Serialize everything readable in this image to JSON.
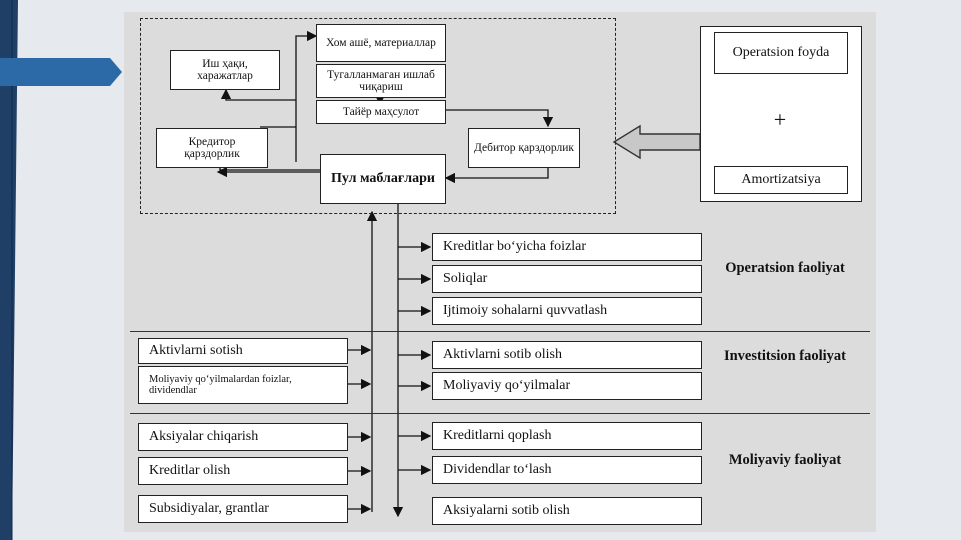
{
  "cycle": {
    "raw": "Хом ашё, материаллар",
    "wip": "Тугалланмаган ишлаб чиқариш",
    "finished": "Тайёр маҳсулот",
    "wages": "Иш ҳақи, харажатлар",
    "creditor": "Кредитор қарздорлик",
    "debtor": "Дебитор қарздорлик",
    "cash": "Пул маблағлари"
  },
  "source": {
    "profit": "Operatsion foyda",
    "plus": "+",
    "amort": "Amortizatsiya"
  },
  "operating": {
    "outflows": [
      "Kreditlar bo‘yicha foizlar",
      "Soliqlar",
      "Ijtimoiy sohalarni quvvatlash"
    ],
    "label": "Operatsion faoliyat"
  },
  "investing": {
    "inflows": [
      "Aktivlarni sotish",
      "Moliyaviy qo‘yilmalardan foizlar, dividendlar"
    ],
    "outflows": [
      "Aktivlarni sotib olish",
      "Moliyaviy qo‘yilmalar"
    ],
    "label": "Investitsion faoliyat"
  },
  "financing": {
    "inflows": [
      "Aksiyalar chiqarish",
      "Kreditlar olish",
      "Subsidiyalar, grantlar"
    ],
    "outflows": [
      "Kreditlarni qoplash",
      "Dividendlar to‘lash",
      "Aksiyalarni sotib olish"
    ],
    "label": "Moliyaviy faoliyat"
  }
}
